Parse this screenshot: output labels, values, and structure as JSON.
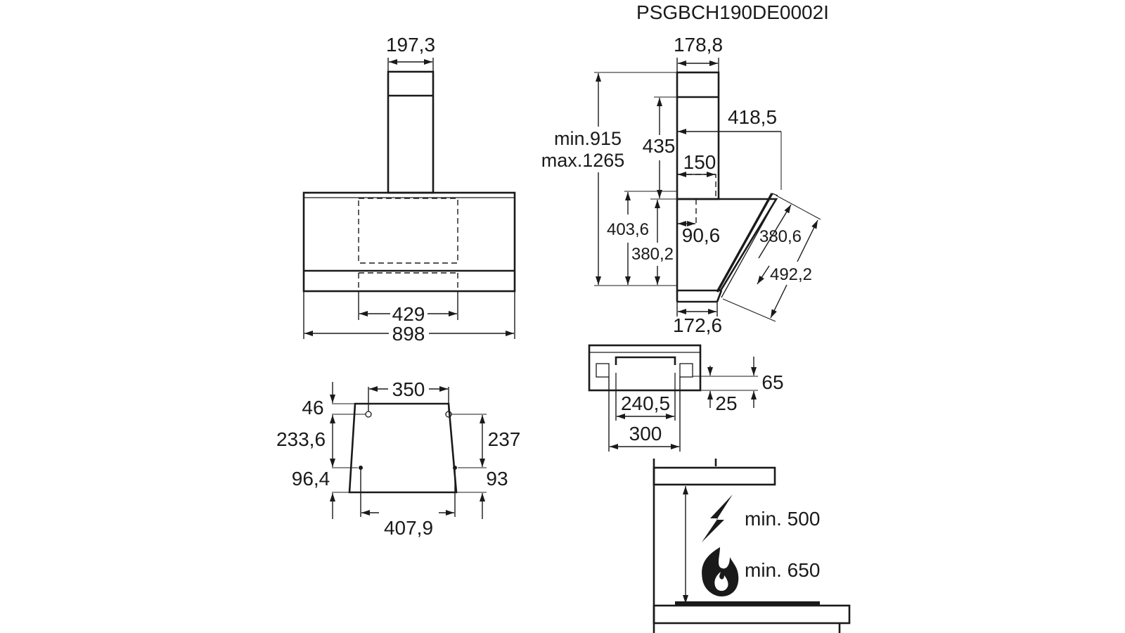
{
  "drawing_code": "PSGBCH190DE0002I",
  "front_view": {
    "chimney_width": "197,3",
    "inner_width": "429",
    "total_width": "898"
  },
  "side_view": {
    "chimney_depth": "178,8",
    "height_range_min": "min.915",
    "height_range_max": "max.1265",
    "chimney_height": "435",
    "overall_depth": "418,5",
    "outlet_width": "150",
    "body_height_outer": "403,6",
    "body_height_inner": "380,2",
    "outlet_offset": "90,6",
    "panel_length": "380,6",
    "panel_diagonal": "492,2",
    "bottom_depth": "172,6"
  },
  "mounting_plate": {
    "top_holes_distance": "350",
    "top_offset": "46",
    "left_height": "233,6",
    "right_height": "237",
    "left_bottom": "96,4",
    "right_bottom": "93",
    "bottom_width": "407,9"
  },
  "bracket_view": {
    "height_a": "65",
    "height_b": "25",
    "inner_width": "240,5",
    "outer_width": "300"
  },
  "clearance": {
    "electric_min": "min. 500",
    "gas_min": "min. 650",
    "electric_icon": "lightning-icon",
    "gas_icon": "flame-icon"
  }
}
